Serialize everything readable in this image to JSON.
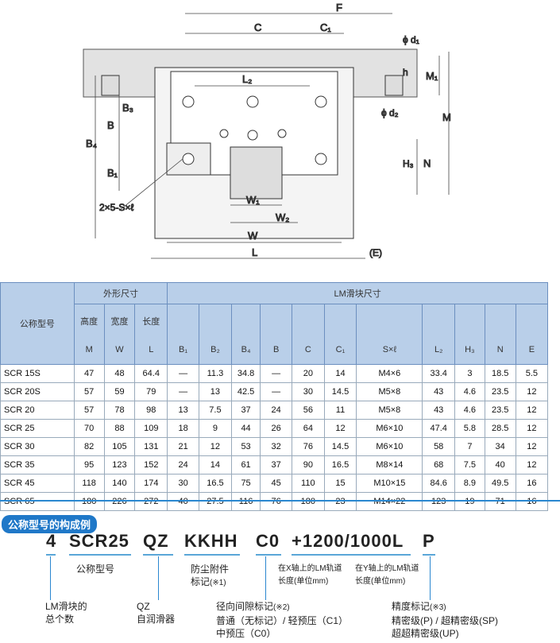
{
  "drawing": {
    "labels": {
      "F": "F",
      "C": "C",
      "C1": "C₁",
      "d1": "ϕ d₁",
      "d2": "ϕ d₂",
      "h": "h",
      "M1": "M₁",
      "M": "M",
      "L2": "L₂",
      "B3": "B₃",
      "B": "B",
      "B4": "B₄",
      "B1": "B₁",
      "H3": "H₃",
      "N": "N",
      "tap": "2×5-S×ℓ",
      "W1": "W₁",
      "W2": "W₂",
      "W": "W",
      "L": "L",
      "E": "(E)"
    }
  },
  "table": {
    "group1": "外形尺寸",
    "group2": "LM滑块尺寸",
    "model_header": "公称型号",
    "sub_cn": [
      "高度",
      "宽度",
      "长度"
    ],
    "cols": [
      "M",
      "W",
      "L",
      "B₁",
      "B₂",
      "B₄",
      "B",
      "C",
      "C₁",
      "S×ℓ",
      "L₂",
      "H₃",
      "N",
      "E"
    ],
    "rows": [
      [
        "SCR 15S",
        "47",
        "48",
        "64.4",
        "—",
        "11.3",
        "34.8",
        "—",
        "20",
        "14",
        "M4×6",
        "33.4",
        "3",
        "18.5",
        "5.5"
      ],
      [
        "SCR 20S",
        "57",
        "59",
        "79",
        "—",
        "13",
        "42.5",
        "—",
        "30",
        "14.5",
        "M5×8",
        "43",
        "4.6",
        "23.5",
        "12"
      ],
      [
        "SCR 20",
        "57",
        "78",
        "98",
        "13",
        "7.5",
        "37",
        "24",
        "56",
        "11",
        "M5×8",
        "43",
        "4.6",
        "23.5",
        "12"
      ],
      [
        "SCR 25",
        "70",
        "88",
        "109",
        "18",
        "9",
        "44",
        "26",
        "64",
        "12",
        "M6×10",
        "47.4",
        "5.8",
        "28.5",
        "12"
      ],
      [
        "SCR 30",
        "82",
        "105",
        "131",
        "21",
        "12",
        "53",
        "32",
        "76",
        "14.5",
        "M6×10",
        "58",
        "7",
        "34",
        "12"
      ],
      [
        "SCR 35",
        "95",
        "123",
        "152",
        "24",
        "14",
        "61",
        "37",
        "90",
        "16.5",
        "M8×14",
        "68",
        "7.5",
        "40",
        "12"
      ],
      [
        "SCR 45",
        "118",
        "140",
        "174",
        "30",
        "16.5",
        "75",
        "45",
        "110",
        "15",
        "M10×15",
        "84.6",
        "8.9",
        "49.5",
        "16"
      ],
      [
        "SCR 65",
        "180",
        "226",
        "272",
        "40",
        "27.5",
        "116",
        "76",
        "180",
        "23",
        "M14×22",
        "123",
        "19",
        "71",
        "16"
      ]
    ]
  },
  "example": {
    "title": "公称型号的构成例",
    "parts": [
      "4",
      "SCR25",
      "QZ",
      "KKHH",
      "C0",
      "+1200/1000L",
      "P"
    ],
    "nominal": "公称型号",
    "seal": [
      "防尘附件",
      "标记",
      "(※1)"
    ],
    "x_len": [
      "在X轴上的LM轨道",
      "长度(单位mm)"
    ],
    "y_len": [
      "在Y轴上的LM轨道",
      "长度(单位mm)"
    ],
    "count": [
      "LM滑块的",
      "总个数"
    ],
    "qz": [
      "QZ",
      "自润滑器"
    ],
    "clear": [
      "径向间隙标记",
      "(※2)",
      "普通（无标记）/ 轻预压（C1）",
      "中预压（C0）"
    ],
    "acc": [
      "精度标记",
      "(※3)",
      "精密级(P) / 超精密级(SP)",
      "超超精密级(UP)"
    ]
  }
}
